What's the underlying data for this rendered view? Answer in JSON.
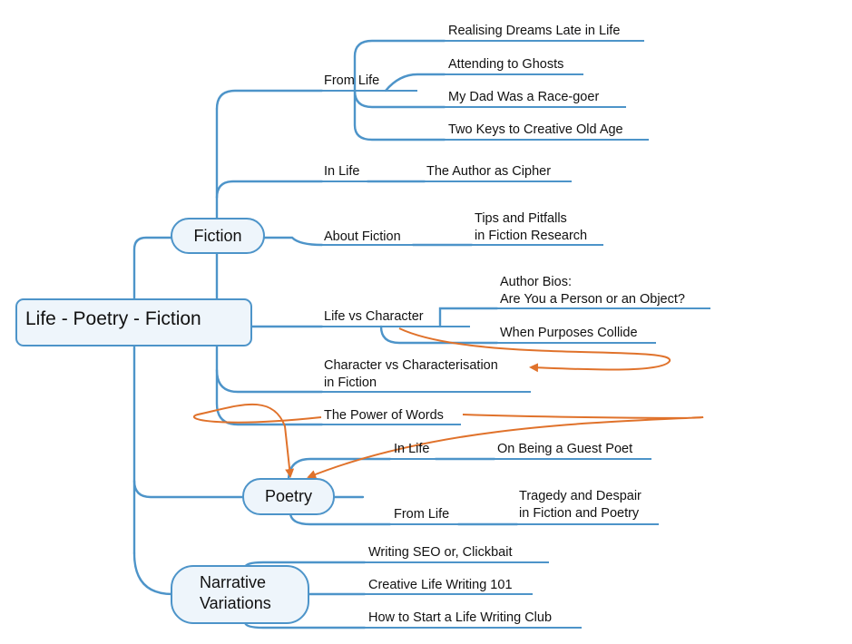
{
  "map": {
    "root": "Life - Poetry - Fiction",
    "fiction": {
      "label": "Fiction",
      "from_life": {
        "label": "From Life",
        "topics": [
          "Realising Dreams Late in Life",
          "Attending to Ghosts",
          "My Dad Was a Race-goer",
          "Two Keys to Creative Old Age"
        ]
      },
      "in_life": {
        "label": "In Life",
        "topic": "The Author as Cipher"
      },
      "about_fiction": {
        "label": "About Fiction",
        "topic": [
          "Tips and Pitfalls",
          "in Fiction Research"
        ]
      },
      "life_vs_character": {
        "label": "Life vs Character",
        "topic1": [
          "Author Bios:",
          "Are You a Person or an Object?"
        ],
        "topic2": "When Purposes Collide"
      },
      "characterisation": [
        "Character vs Characterisation",
        "in Fiction"
      ],
      "power_of_words": "The Power of Words"
    },
    "poetry": {
      "label": "Poetry",
      "in_life": {
        "label": "In Life",
        "topic": "On Being a Guest Poet"
      },
      "from_life": {
        "label": "From Life",
        "topic": [
          "Tragedy and Despair",
          "in Fiction and Poetry"
        ]
      }
    },
    "narrative": {
      "label": [
        "Narrative",
        "Variations"
      ],
      "topics": [
        "Writing SEO or, Clickbait",
        "Creative Life Writing 101",
        "How to Start a Life Writing Club"
      ]
    },
    "colors": {
      "connector": "#4d94c9",
      "relationship": "#e0722b",
      "node_fill": "#eef5fb"
    }
  }
}
